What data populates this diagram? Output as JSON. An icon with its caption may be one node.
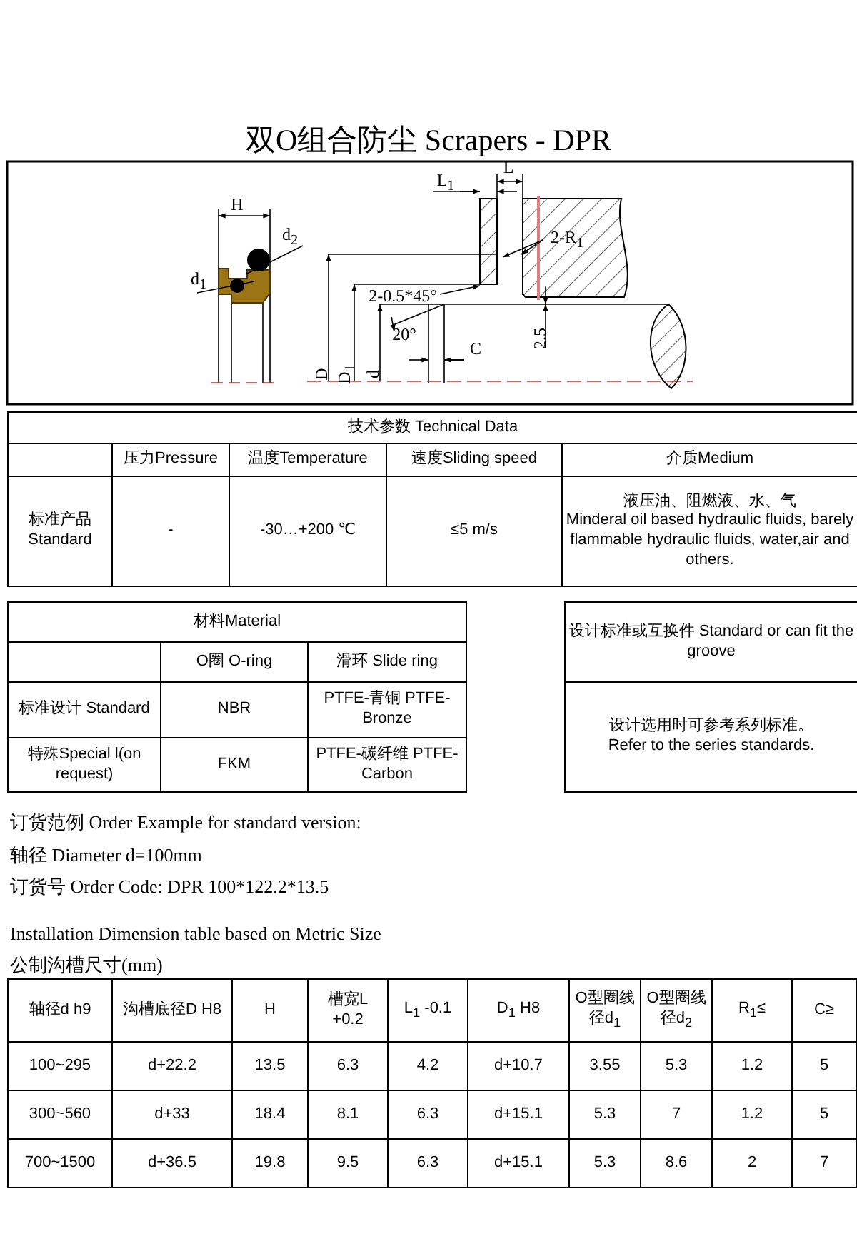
{
  "diagram": {
    "title": "双O组合防尘 Scrapers - DPR",
    "labels": [
      "H",
      "d$_{2}$",
      "d$_{1}$",
      "L$_{1}$",
      "L",
      "2-R$_{1}$",
      "2-0.5*45°",
      "20°",
      "D",
      "D$_{1}$",
      "d",
      "C",
      "2.5",
      "技术参数 Technical Data",
      "压力Pressure",
      "温度Temperature",
      "速度Sliding speed",
      "介质Medium",
      "标准产品 Standard",
      "-",
      "-30…+200 ℃",
      "≤5 m/s",
      "液压油、阻燃液、水、气",
      "Minderal oil based hydraulic fluids, barely flammable hydraulic fluids, water,air and others.",
      "材料Material",
      "O圈 O-ring",
      "滑环 Slide ring",
      "标准设计 Standard",
      "NBR",
      "PTFE-青铜 PTFE-Bronze",
      "特殊Special l(on request)",
      "FKM",
      "PTFE-碳纤维 PTFE-Carbon",
      "设计标准或互换件 Standard or can fit the groove",
      "设计选用时可参考系列标准。",
      "Refer to the series standards.",
      "订货范例 Order Example for standard version:",
      "轴径 Diameter d=100mm",
      "订货号 Order Code: DPR 100*122.2*13.5",
      "Installation Dimension table based on Metric Size",
      "公制沟槽尺寸(mm)",
      "轴径d h9",
      "沟槽底径D H8",
      "H",
      "槽宽L +0.2",
      "L$_{1}$ -0.1",
      "D$_{1}$ H8",
      "O型圈线径d$_{1}$",
      "O型圈线径d$_{2}$",
      "R$_{1}$≤",
      "C≥",
      "100~295",
      "d+22.2",
      "13.5",
      "6.3",
      "4.2",
      "d+10.7",
      "3.55",
      "5.3",
      "1.2",
      "5",
      "300~560",
      "d+33",
      "18.4",
      "8.1",
      "6.3",
      "d+15.1",
      "5.3",
      "7",
      "1.2",
      "5",
      "700~1500",
      "d+36.5",
      "19.8",
      "9.5",
      "6.3",
      "d+15.1",
      "5.3",
      "8.6",
      "2",
      "7"
    ]
  }
}
